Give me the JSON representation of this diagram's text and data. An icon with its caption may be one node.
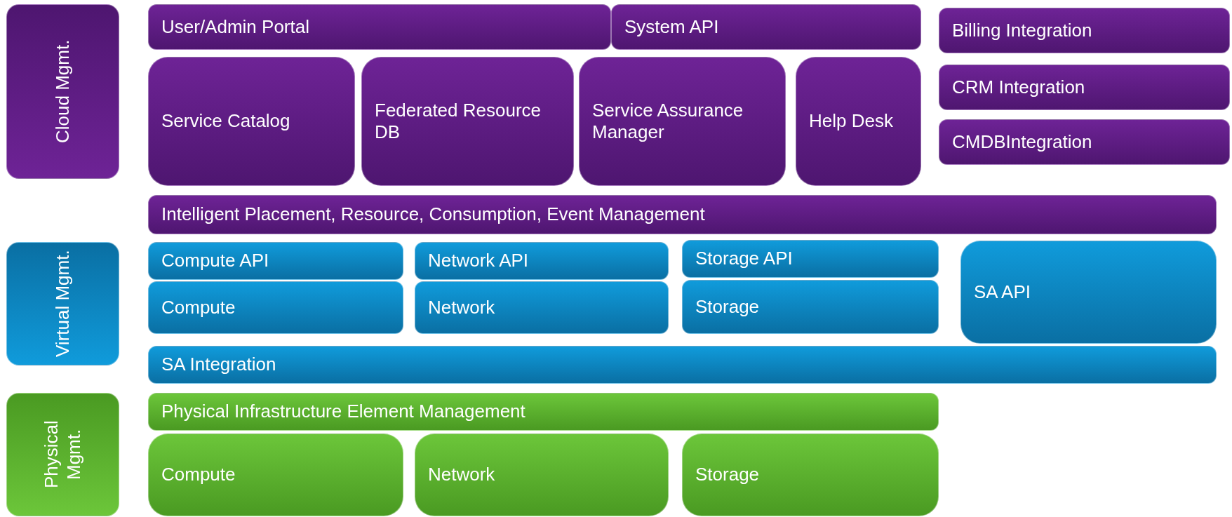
{
  "diagram": {
    "nodes": [
      {
        "text": [
          "Cloud Mgmt."
        ]
      },
      {
        "text": [
          "User/Admin Portal"
        ]
      },
      {
        "text": [
          "System API"
        ]
      },
      {
        "text": [
          "Billing Integration"
        ]
      },
      {
        "text": [
          "Service Catalog"
        ]
      },
      {
        "text": [
          "Federated Resource DB"
        ]
      },
      {
        "text": [
          "Service Assurance Manager"
        ]
      },
      {
        "text": [
          "Help Desk"
        ]
      },
      {
        "text": [
          "CRM Integration"
        ]
      },
      {
        "text": [
          "CMDBIntegration"
        ]
      },
      {
        "text": [
          "Intelligent Placement, Resource, Consumption, Event Management"
        ]
      },
      {
        "text": [
          "Virtual Mgmt."
        ]
      },
      {
        "text": [
          "Compute API"
        ]
      },
      {
        "text": [
          "Network API"
        ]
      },
      {
        "text": [
          "Storage API"
        ]
      },
      {
        "text": [
          "SA API"
        ]
      },
      {
        "text": [
          "Compute"
        ]
      },
      {
        "text": [
          "Network"
        ]
      },
      {
        "text": [
          "Storage"
        ]
      },
      {
        "text": [
          "SA Integration"
        ]
      },
      {
        "text": [
          "Physical Mgmt."
        ]
      },
      {
        "text": [
          "Physical Infrastructure Element Management"
        ]
      },
      {
        "text": [
          "Compute"
        ]
      },
      {
        "text": [
          "Network"
        ]
      },
      {
        "text": [
          "Storage"
        ]
      }
    ],
    "edges": []
  }
}
